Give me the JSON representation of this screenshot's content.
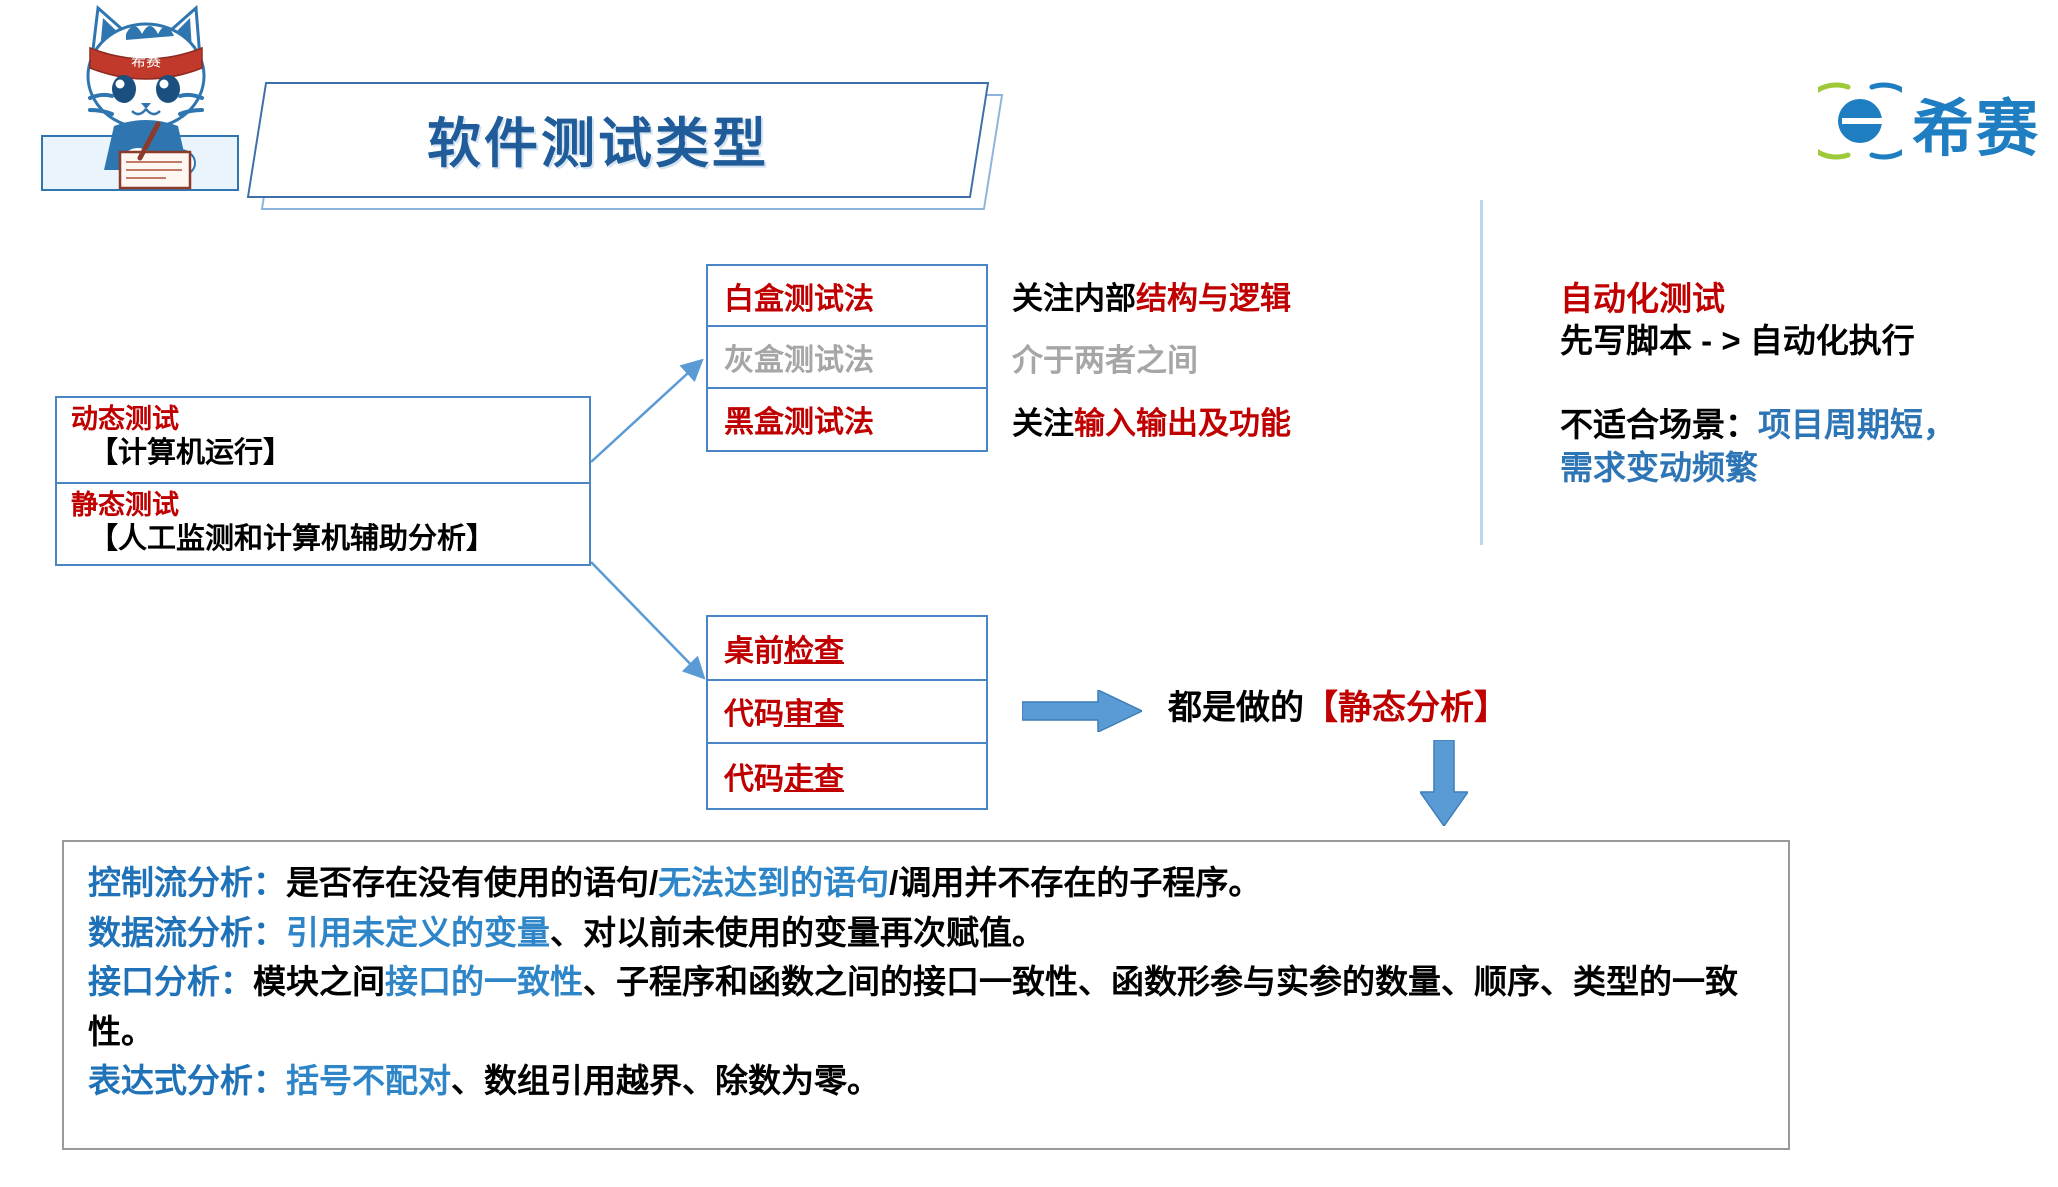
{
  "header": {
    "title": "软件测试类型",
    "brand_logo_text": "希赛",
    "brand_logo_icon": "circle-dash-logo-icon",
    "mascot_icon": "cat-mascot-icon",
    "mascot_headband_text": "希赛",
    "accent_blue": "#1f5c99",
    "brand_blue": "#1f7ec1",
    "border_blue": "#4a86c5",
    "red": "#c00000",
    "gray": "#a6a6a6",
    "link_blue": "#2e86c8"
  },
  "left_box": {
    "rows": [
      {
        "title": "动态测试",
        "subtitle": "【计算机运行】"
      },
      {
        "title": "静态测试",
        "subtitle": "【人工监测和计算机辅助分析】"
      }
    ]
  },
  "box_table": {
    "rows": [
      {
        "method": "白盒测试法",
        "color": "red",
        "desc_plain": "关注内部",
        "desc_red": "结构与逻辑",
        "desc_color": "black"
      },
      {
        "method": "灰盒测试法",
        "color": "gray",
        "desc_plain": "介于两者之间",
        "desc_red": "",
        "desc_color": "gray"
      },
      {
        "method": "黑盒测试法",
        "color": "red",
        "desc_plain": "关注",
        "desc_red": "输入输出及功能",
        "desc_color": "black"
      }
    ]
  },
  "review_table": {
    "rows": [
      {
        "label_head": "桌前",
        "label_underline": "检查"
      },
      {
        "label_head": "代码",
        "label_underline": "审查"
      },
      {
        "label_head": "代码",
        "label_underline": "走查"
      }
    ],
    "arrow_icon": "right-arrow-icon",
    "down_arrow_icon": "down-arrow-icon",
    "caption_plain": "都是做的",
    "caption_red": "【静态分析】"
  },
  "automation": {
    "title": "自动化测试",
    "flow": "先写脚本 - > 自动化执行",
    "unsuitable_label": "不适合场景：",
    "unsuitable_value_line1": "项目周期短，",
    "unsuitable_value_line2": "需求变动频繁"
  },
  "analysis_box": {
    "items": [
      {
        "label": "控制流分析：",
        "seg1": "是否存在没有使用的语句/",
        "seg2_blue": "无法达到的语句",
        "seg3": "/调用并不存在的子程序。"
      },
      {
        "label": "数据流分析：",
        "seg1": "",
        "seg2_blue": "引用未定义的变量",
        "seg3": "、对以前未使用的变量再次赋值。"
      },
      {
        "label": "接口分析：",
        "seg1": "模块之间",
        "seg2_blue": "接口的一致性",
        "seg3": "、子程序和函数之间的接口一致性、函数形参与实参的数量、顺序、类型的一致性。"
      },
      {
        "label": "表达式分析：",
        "seg1": "",
        "seg2_blue": "括号不配对",
        "seg3": "、数组引用越界、除数为零。"
      }
    ]
  }
}
